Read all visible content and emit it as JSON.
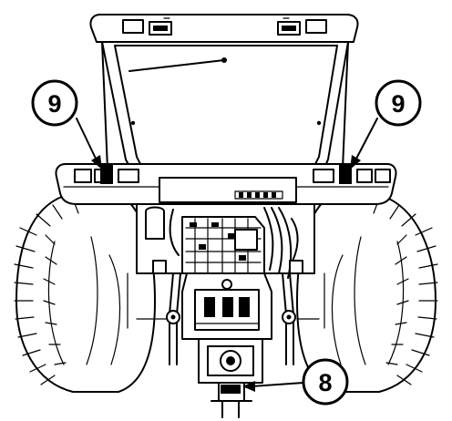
{
  "figure": {
    "callouts": [
      {
        "id": "left-light-callout",
        "label": "9"
      },
      {
        "id": "right-light-callout",
        "label": "9"
      },
      {
        "id": "hitch-socket-callout",
        "label": "8"
      }
    ]
  }
}
